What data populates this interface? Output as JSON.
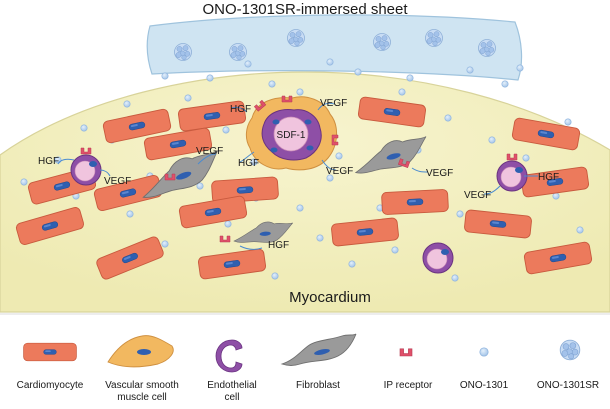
{
  "title": "ONO-1301SR-immersed sheet",
  "region_label": "Myocardium",
  "center_label": "SDF-1",
  "factor_labels": {
    "hgf": "HGF",
    "vegf": "VEGF"
  },
  "legend": {
    "items": [
      {
        "key": "cardiomyocyte",
        "lines": [
          "Cardiomyocyte"
        ]
      },
      {
        "key": "vsmc",
        "lines": [
          "Vascular smooth",
          "muscle cell"
        ]
      },
      {
        "key": "endothelial",
        "lines": [
          "Endothelial",
          "cell"
        ]
      },
      {
        "key": "fibroblast",
        "lines": [
          "Fibroblast"
        ]
      },
      {
        "key": "ip_receptor",
        "lines": [
          "IP receptor"
        ]
      },
      {
        "key": "ono1301",
        "lines": [
          "ONO-1301"
        ]
      },
      {
        "key": "ono1301sr",
        "lines": [
          "ONO-1301SR"
        ]
      }
    ]
  },
  "colors": {
    "sheet": "#cfe4f2",
    "myocardium": "#f3f0c2",
    "cardiomyocyte": "#ec7a5c",
    "nucleus": "#2f5fb0",
    "vsmc": "#f2b860",
    "endothelial": "#8e4fa6",
    "fibroblast": "#9a9a9a",
    "ip_receptor": "#e0506a",
    "molecule": "#a9c8ea"
  }
}
